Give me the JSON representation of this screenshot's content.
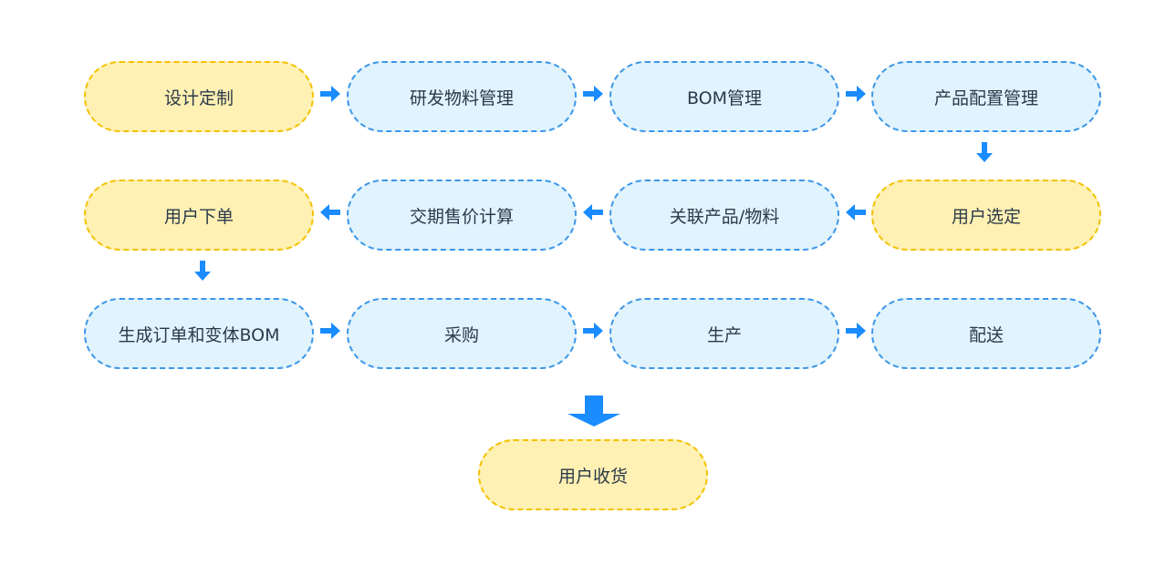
{
  "nodes": {
    "design": "设计定制",
    "rd_material": "研发物料管理",
    "bom": "BOM管理",
    "product_config": "产品配置管理",
    "user_select": "用户选定",
    "link_product": "关联产品/物料",
    "delivery_price": "交期售价计算",
    "user_order": "用户下单",
    "gen_order": "生成订单和变体BOM",
    "purchase": "采购",
    "production": "生产",
    "shipping": "配送",
    "receive": "用户收货"
  },
  "colors": {
    "blue_fill": "#e1f3fd",
    "blue_border": "#3b96e8",
    "yellow_fill": "#fff0b3",
    "yellow_border": "#f2c200",
    "arrow": "#1a8cff"
  }
}
